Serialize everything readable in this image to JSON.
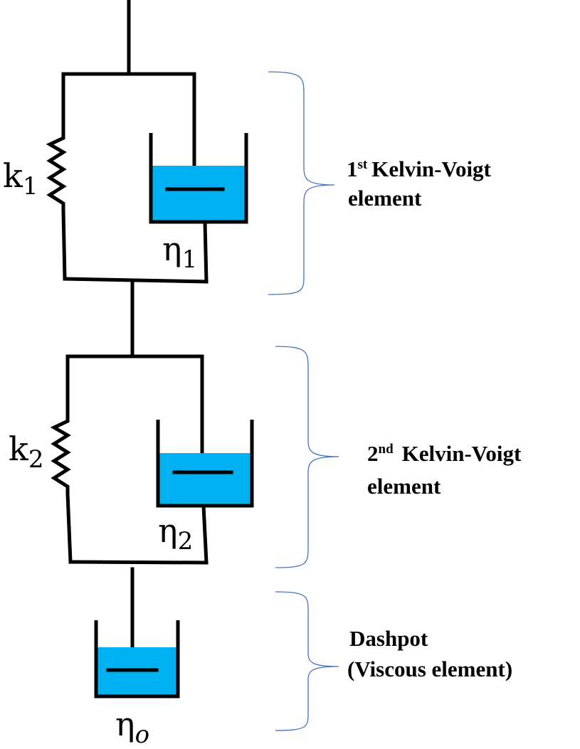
{
  "colors": {
    "fluid": "#00b0f0",
    "line": "#000000",
    "brace": "#4472c4"
  },
  "symbols": {
    "k1": {
      "base": "k",
      "sub": "1"
    },
    "eta1": {
      "base": "η",
      "sub": "1"
    },
    "k2": {
      "base": "k",
      "sub": "2"
    },
    "eta2": {
      "base": "η",
      "sub": "2"
    },
    "eta0": {
      "base": "η",
      "sub": "o"
    }
  },
  "labels": {
    "kv1": {
      "num": "1",
      "sup": "st",
      "title": "Kelvin-Voigt",
      "line2": "element"
    },
    "kv2": {
      "num": "2",
      "sup": "nd",
      "title": "Kelvin-Voigt",
      "line2": "element"
    },
    "dashpot": {
      "line1": "Dashpot",
      "line2": "(Viscous element)"
    }
  }
}
